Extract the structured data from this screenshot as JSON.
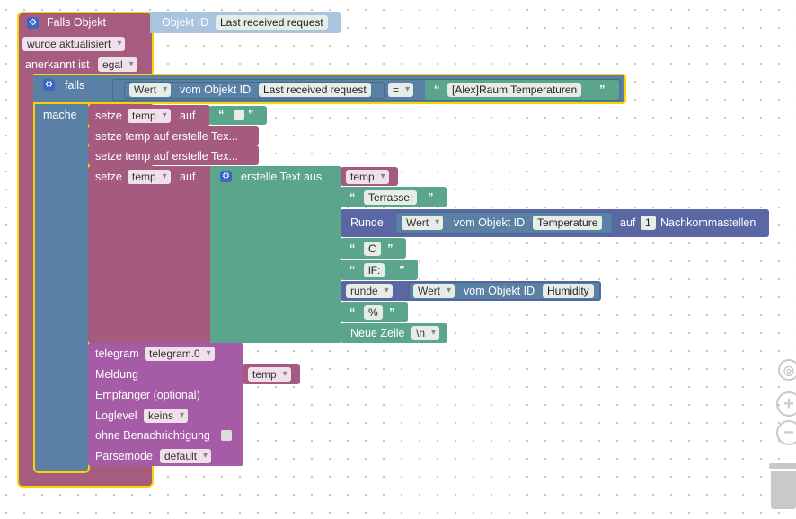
{
  "trigger": {
    "title": "Falls Objekt",
    "object_id_label": "Objekt ID",
    "object_id_value": "Last received request",
    "updated_option": "wurde aktualisiert",
    "ack_label": "anerkannt ist",
    "ack_option": "egal"
  },
  "if_block": {
    "label": "falls",
    "do_label": "mache",
    "value_option": "Wert",
    "of_object_label": "vom Objekt ID",
    "object_id": "Last received request",
    "operator": "=",
    "compare_text": "[Alex]Raum Temperaturen"
  },
  "set_block": {
    "set_label": "setze",
    "var": "temp",
    "to_label": "auf",
    "collapsed_1": "setze temp auf erstelle Tex...",
    "collapsed_2": "setze temp auf erstelle Tex..."
  },
  "text_join": {
    "label": "erstelle Text aus",
    "var": "temp",
    "terrace": "Terrasse:",
    "round_label": "Runde",
    "round_value": "Wert",
    "round_of_object": "vom Objekt ID",
    "round_object_id": "Temperature",
    "round_to": "auf",
    "round_digits": "1",
    "round_suffix": "Nachkommastellen",
    "unit_c": "C",
    "rf": "lF:",
    "round2_option": "runde",
    "round2_value": "Wert",
    "round2_of_object": "vom Objekt ID",
    "round2_object_id": "Humidity",
    "percent": "%",
    "newline_label": "Neue Zeile",
    "newline_option": "\\n"
  },
  "telegram": {
    "label": "telegram",
    "instance": "telegram.0",
    "message_label": "Meldung",
    "message_var": "temp",
    "recipient_label": "Empfänger (optional)",
    "loglevel_label": "Loglevel",
    "loglevel_option": "keins",
    "silent_label": "ohne Benachrichtigung",
    "parsemode_label": "Parsemode",
    "parsemode_option": "default"
  },
  "workspace": {
    "zoom_reset": "◎",
    "zoom_in": "+",
    "zoom_out": "−"
  },
  "colors": {
    "trigger": "#a65c81",
    "if": "#5b80a5",
    "set": "#a55b80",
    "text": "#5ba58c",
    "math": "#5b67a5",
    "telegram": "#a55ba5",
    "highlight": "#fbd400"
  }
}
